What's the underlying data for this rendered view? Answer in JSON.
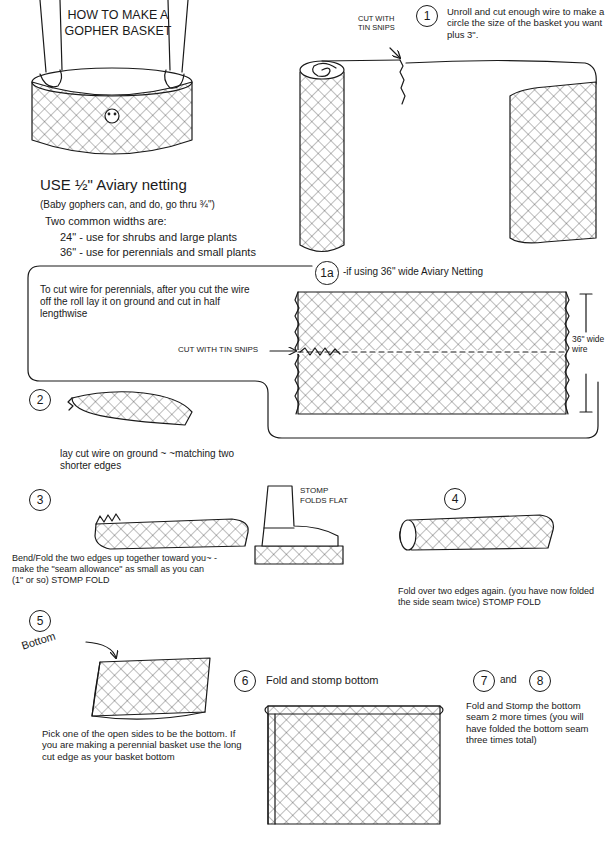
{
  "diagram": {
    "title": "HOW TO MAKE A GOPHER BASKET",
    "nodes": [
      {
        "text": [
          "1"
        ]
      },
      {
        "text": [
          "1a"
        ]
      },
      {
        "text": [
          "2"
        ]
      },
      {
        "text": [
          "3"
        ]
      },
      {
        "text": [
          "4"
        ]
      },
      {
        "text": [
          "5"
        ]
      },
      {
        "text": [
          "6"
        ]
      },
      {
        "text": [
          "7"
        ]
      },
      {
        "text": [
          "8"
        ]
      }
    ],
    "labels": [
      "USE ½\" Aviary netting",
      "(Baby gophers can, and do, go thru ¾\")",
      "Two common widths are:",
      "24\" - use for shrubs and large plants",
      "36\" - use for perennials and small plants",
      "CUT WITH TIN SNIPS",
      "Unroll and cut enough wire to make a circle the size of the basket you want plus 3\".",
      "-if using 36\" wide Aviary Netting",
      "To cut wire for perennials, after you cut the wire off the roll lay it on ground and cut in half lengthwise",
      "CUT WITH TIN SNIPS",
      "36\" wide wire",
      "lay cut wire on ground ~ ~matching two shorter edges",
      "Bend/Fold the two edges up together toward you~ -make the \"seam allowance\" as small as you can (1\" or so) STOMP FOLD",
      "STOMP FOLDS FLAT",
      "Fold over two edges again. (you have now folded the side seam twice) STOMP FOLD",
      "Bottom",
      "Pick one of the open sides to be the bottom. If you are making a perennial basket use the long cut edge as your basket bottom",
      "Fold and stomp bottom",
      "and",
      "Fold and Stomp the bottom seam 2 more times (you will have folded the bottom seam three times total)"
    ]
  }
}
